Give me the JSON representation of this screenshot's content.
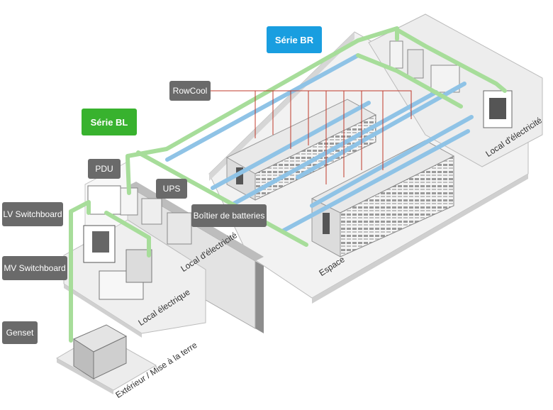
{
  "callouts": {
    "serie_br": "Série BR",
    "serie_bl": "Série BL",
    "rowcool": "RowCool",
    "pdu": "PDU",
    "ups": "UPS",
    "battery_box": "Boîtier de batteries",
    "lv_switchboard": "LV Switchboard",
    "mv_switchboard": "MV Switchboard",
    "genset": "Genset"
  },
  "rooms": {
    "local_electricite_right": "Local d'électricité",
    "local_electricite_mid": "Local d'électricité",
    "espace": "Espace",
    "local_electrique": "Local électrique",
    "exterieur": "Extérieur / Mise à la terre"
  },
  "colors": {
    "busway_blue": "#8fc3e6",
    "busway_green": "#a7dd9a",
    "callout_gray": "#6a6a6a",
    "callout_blue": "#199ee0",
    "callout_green": "#38b22e",
    "leader_red": "#c0392b"
  }
}
